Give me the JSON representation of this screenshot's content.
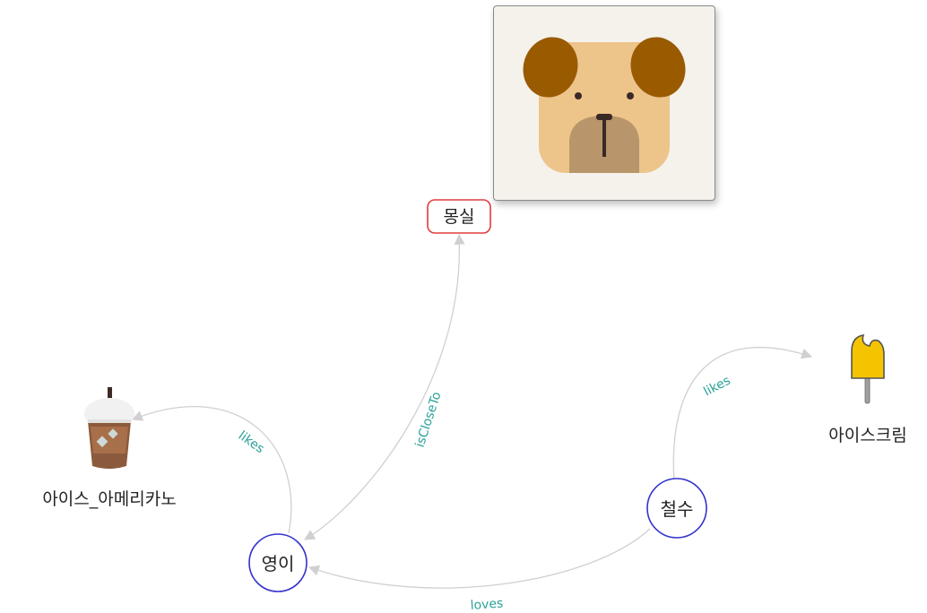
{
  "graph": {
    "nodes": {
      "yeongi": {
        "label": "영이",
        "shape": "circle",
        "border": "#3333cc"
      },
      "cheolsu": {
        "label": "철수",
        "shape": "circle",
        "border": "#3333cc"
      },
      "mongsil": {
        "label": "몽실",
        "shape": "box",
        "border": "#e03c3c"
      },
      "americano": {
        "label": "아이스_아메리카노",
        "icon": "iced-coffee-icon"
      },
      "icecream": {
        "label": "아이스크림",
        "icon": "popsicle-icon"
      }
    },
    "edges": [
      {
        "id": "likes-americano",
        "label": "likes",
        "from": "영이",
        "to": "아이스_아메리카노"
      },
      {
        "id": "isCloseTo",
        "label": "isCloseTo",
        "from": "영이",
        "to": "몽실"
      },
      {
        "id": "likes-icecream",
        "label": "likes",
        "from": "철수",
        "to": "아이스크림"
      },
      {
        "id": "loves",
        "label": "loves",
        "from": "철수",
        "to": "영이"
      }
    ]
  },
  "preview": {
    "icon": "dog-face-icon",
    "for_node": "몽실"
  },
  "colors": {
    "edge": "#d0d0d0",
    "edge_label": "#2aa198",
    "circle_border": "#3333cc",
    "selected_border": "#e03c3c"
  }
}
